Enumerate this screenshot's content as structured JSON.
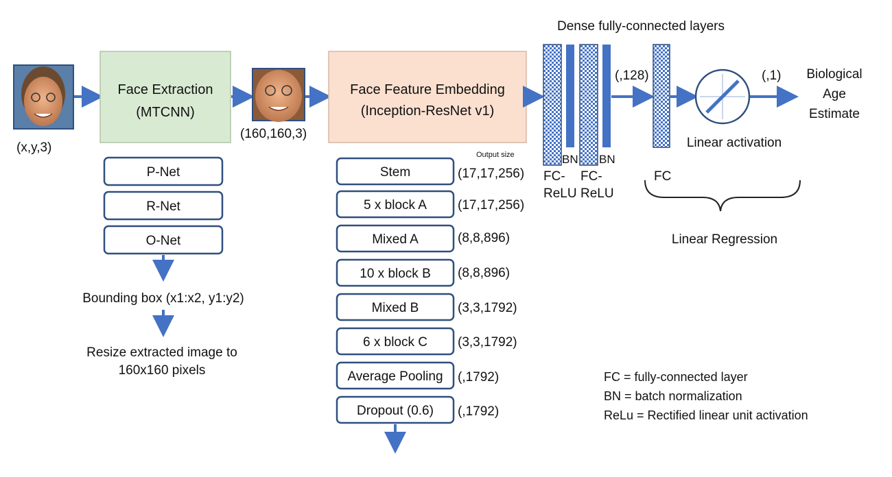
{
  "input": {
    "shape": "(x,y,3)"
  },
  "face_extraction": {
    "title": "Face Extraction",
    "subtitle": "(MTCNN)",
    "stages": [
      "P-Net",
      "R-Net",
      "O-Net"
    ],
    "step1": "Bounding box (x1:x2, y1:y2)",
    "step2_line1": "Resize extracted image to",
    "step2_line2": "160x160 pixels"
  },
  "cropped": {
    "shape": "(160,160,3)"
  },
  "embedding": {
    "title": "Face Feature Embedding",
    "subtitle": "(Inception-ResNet v1)",
    "output_size_label": "Output size",
    "blocks": [
      {
        "label": "Stem",
        "size": "(17,17,256)"
      },
      {
        "label": "5 x block A",
        "size": "(17,17,256)"
      },
      {
        "label": "Mixed A",
        "size": "(8,8,896)"
      },
      {
        "label": "10 x block B",
        "size": "(8,8,896)"
      },
      {
        "label": "Mixed B",
        "size": "(3,3,1792)"
      },
      {
        "label": "6 x block C",
        "size": "(3,3,1792)"
      },
      {
        "label": "Average Pooling",
        "size": "(,1792)"
      },
      {
        "label": "Dropout (0.6)",
        "size": "(,1792)"
      }
    ]
  },
  "dense": {
    "title": "Dense fully-connected layers",
    "bn": "BN",
    "fc_relu_line1": "FC-",
    "fc_relu_line2": "ReLU",
    "out_shape": "(,128)"
  },
  "regression": {
    "fc_label": "FC",
    "activation_label": "Linear activation",
    "out_shape": "(,1)",
    "output_line1": "Biological",
    "output_line2": "Age",
    "output_line3": "Estimate",
    "group_label": "Linear Regression"
  },
  "legend": [
    "FC = fully-connected layer",
    "BN = batch normalization",
    "ReLu = Rectified linear unit activation"
  ],
  "colors": {
    "arrow": "#4472c4",
    "box_border": "#2f4f7f",
    "face_extraction_fill": "#d9ead3",
    "embedding_fill": "#fbe0d0",
    "dense_bar": "#4472c4"
  }
}
